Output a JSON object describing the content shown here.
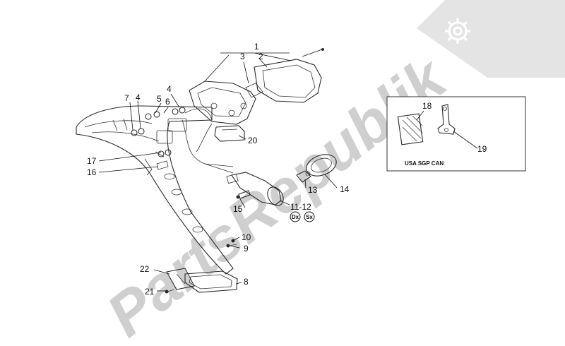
{
  "watermark": {
    "text": "PartsRepublik",
    "icon": "gear-icon",
    "color": "#cfcfcf"
  },
  "callouts": {
    "c1": "1",
    "c2": "2",
    "c3": "3",
    "c4a": "4",
    "c4b": "4",
    "c5": "5",
    "c6": "6",
    "c7": "7",
    "c8": "8",
    "c9": "9",
    "c10": "10",
    "c11_12": "11-12",
    "c13": "13",
    "c14": "14",
    "c15": "15",
    "c16": "16",
    "c17": "17",
    "c18": "18",
    "c19": "19",
    "c20": "20",
    "c21": "21",
    "c22": "22"
  },
  "badges": {
    "dx": "Dx",
    "sx": "Sx"
  },
  "inset": {
    "caption": "USA SGP CAN"
  }
}
